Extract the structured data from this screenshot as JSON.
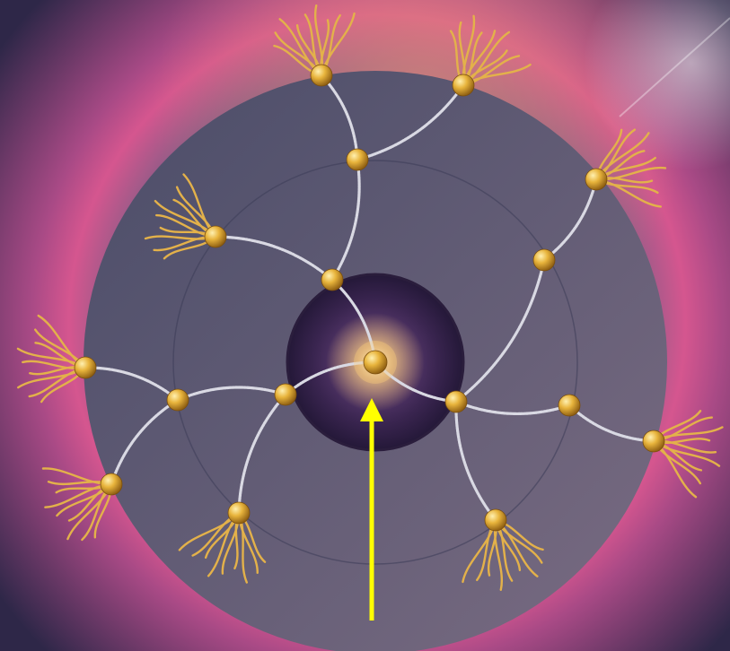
{
  "colors": {
    "background_outer": "#2e2748",
    "background_glow": "#d5568f",
    "background_warm": "#e48a78",
    "disc": "#545570",
    "disc_edge": "#3c3d58",
    "core": "#3a2550",
    "core_glow": "#ffd27a",
    "node": "#e8b43c",
    "node_highlight": "#fff0b0",
    "link": "#d9d9e3",
    "tentacle": "#e3b14a",
    "arrow": "#ffff00"
  },
  "diagram": {
    "type": "dendrimer",
    "center_node": "core",
    "nodes": [
      {
        "id": "core",
        "kind": "center"
      },
      {
        "id": "g1-up",
        "kind": "branch"
      },
      {
        "id": "g2-up",
        "kind": "branch"
      },
      {
        "id": "g1-left",
        "kind": "branch"
      },
      {
        "id": "g2-left",
        "kind": "branch"
      },
      {
        "id": "g1-right",
        "kind": "branch"
      },
      {
        "id": "g2-right-upper",
        "kind": "branch"
      },
      {
        "id": "g2-right-lower",
        "kind": "branch"
      },
      {
        "id": "t-top-left",
        "kind": "terminal"
      },
      {
        "id": "t-top-right",
        "kind": "terminal"
      },
      {
        "id": "t-upper-left",
        "kind": "terminal"
      },
      {
        "id": "t-left",
        "kind": "terminal"
      },
      {
        "id": "t-bottom-left",
        "kind": "terminal"
      },
      {
        "id": "t-bottom",
        "kind": "terminal"
      },
      {
        "id": "t-upper-right",
        "kind": "terminal"
      },
      {
        "id": "t-right",
        "kind": "terminal"
      },
      {
        "id": "t-bottom-right",
        "kind": "terminal"
      }
    ],
    "links": [
      [
        "core",
        "g1-up"
      ],
      [
        "g1-up",
        "g2-up"
      ],
      [
        "g2-up",
        "t-top-left"
      ],
      [
        "g2-up",
        "t-top-right"
      ],
      [
        "g1-up",
        "t-upper-left"
      ],
      [
        "core",
        "g1-left"
      ],
      [
        "g1-left",
        "g2-left"
      ],
      [
        "g2-left",
        "t-left"
      ],
      [
        "g2-left",
        "t-bottom-left"
      ],
      [
        "g1-left",
        "t-bottom"
      ],
      [
        "core",
        "g1-right"
      ],
      [
        "g1-right",
        "g2-right-upper"
      ],
      [
        "g2-right-upper",
        "t-upper-right"
      ],
      [
        "g1-right",
        "g2-right-lower"
      ],
      [
        "g2-right-lower",
        "t-right"
      ],
      [
        "g1-right",
        "t-bottom-right"
      ]
    ],
    "annotation": {
      "kind": "arrow",
      "points_to": "core",
      "color": "#ffff00"
    }
  }
}
